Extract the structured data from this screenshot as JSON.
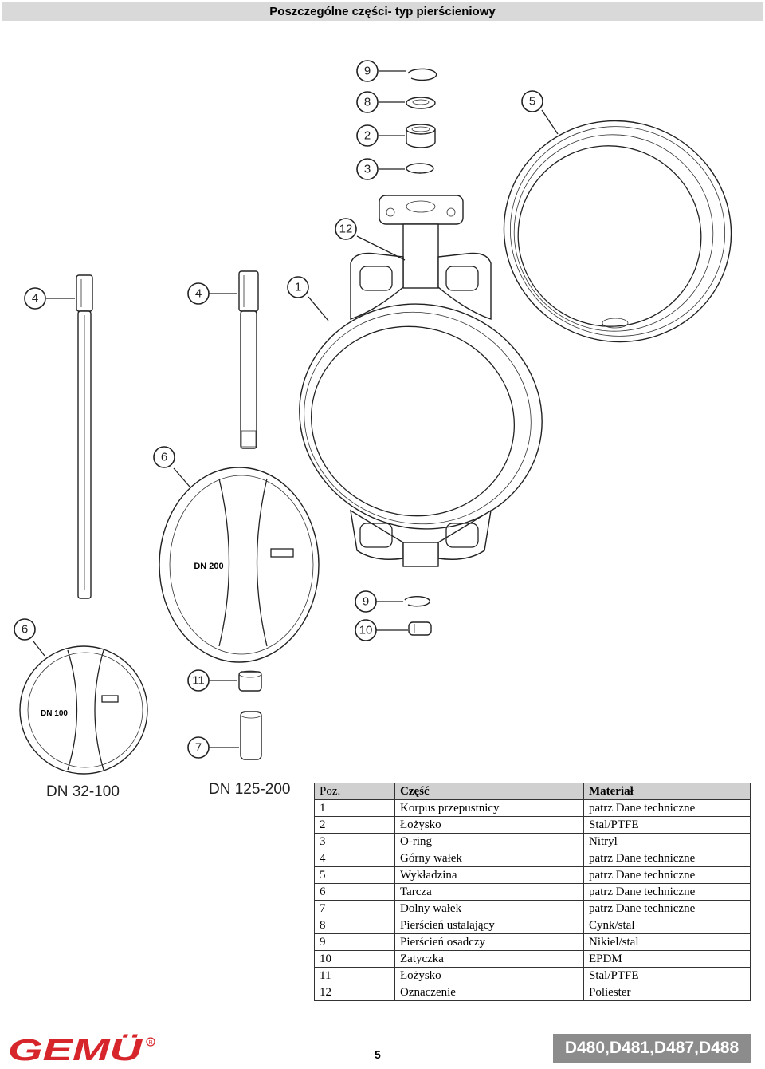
{
  "header": {
    "title": "Poszczególne części- typ pierścieniowy"
  },
  "callouts": {
    "c9a": "9",
    "c8": "8",
    "c2": "2",
    "c3": "3",
    "c5": "5",
    "c12": "12",
    "c4a": "4",
    "c4b": "4",
    "c1": "1",
    "c6a": "6",
    "c9b": "9",
    "c10": "10",
    "c6b": "6",
    "c11": "11",
    "c7": "7"
  },
  "drawing_labels": {
    "disc_large": "DN 200",
    "disc_small": "DN 100",
    "size_small": "DN 32-100",
    "size_large": "DN 125-200"
  },
  "table": {
    "headers": {
      "pos": "Poz.",
      "part": "Część",
      "material": "Materiał"
    },
    "rows": [
      {
        "pos": "1",
        "part": "Korpus przepustnicy",
        "material": "patrz Dane techniczne"
      },
      {
        "pos": "2",
        "part": "Łożysko",
        "material": "Stal/PTFE"
      },
      {
        "pos": "3",
        "part": "O-ring",
        "material": "Nitryl"
      },
      {
        "pos": "4",
        "part": "Górny wałek",
        "material": "patrz Dane techniczne"
      },
      {
        "pos": "5",
        "part": "Wykładzina",
        "material": "patrz Dane techniczne"
      },
      {
        "pos": "6",
        "part": "Tarcza",
        "material": "patrz Dane techniczne"
      },
      {
        "pos": "7",
        "part": "Dolny wałek",
        "material": "patrz Dane techniczne"
      },
      {
        "pos": "8",
        "part": "Pierścień ustalający",
        "material": "Cynk/stal"
      },
      {
        "pos": "9",
        "part": "Pierścień osadczy",
        "material": "Nikiel/stal"
      },
      {
        "pos": "10",
        "part": "Zatyczka",
        "material": "EPDM"
      },
      {
        "pos": "11",
        "part": "Łożysko",
        "material": "Stal/PTFE"
      },
      {
        "pos": "12",
        "part": "Oznaczenie",
        "material": "Poliester"
      }
    ]
  },
  "footer": {
    "logo": "GEMÜ",
    "page_number": "5",
    "models": "D480,D481,D487,D488"
  },
  "colors": {
    "logo_red": "#d7262b",
    "model_bg": "#8c8c8c",
    "header_bg": "#d9d9d9"
  }
}
